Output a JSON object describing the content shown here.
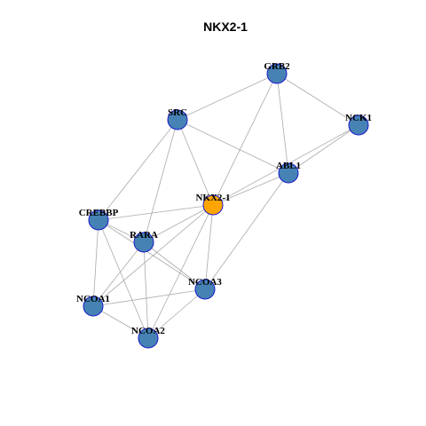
{
  "title": "NKX2-1",
  "colors": {
    "focus_node": "#FFA500",
    "node": "#4682B4",
    "node_border": "#1A1ACC",
    "edge": "#AAAAAA"
  },
  "nodes": [
    {
      "id": "GRB2",
      "label": "GRB2",
      "focus": false
    },
    {
      "id": "NCK1",
      "label": "NCK1",
      "focus": false
    },
    {
      "id": "SRC",
      "label": "SRC",
      "focus": false
    },
    {
      "id": "ABL1",
      "label": "ABL1",
      "focus": false
    },
    {
      "id": "NKX2-1",
      "label": "NKX2-1",
      "focus": true
    },
    {
      "id": "CREBBP",
      "label": "CREBBP",
      "focus": false
    },
    {
      "id": "RARA",
      "label": "RARA",
      "focus": false
    },
    {
      "id": "NCOA3",
      "label": "NCOA3",
      "focus": false
    },
    {
      "id": "NCOA1",
      "label": "NCOA1",
      "focus": false
    },
    {
      "id": "NCOA2",
      "label": "NCOA2",
      "focus": false
    }
  ],
  "edges": [
    [
      "GRB2",
      "SRC"
    ],
    [
      "GRB2",
      "NCK1"
    ],
    [
      "GRB2",
      "ABL1"
    ],
    [
      "GRB2",
      "NKX2-1"
    ],
    [
      "SRC",
      "ABL1"
    ],
    [
      "SRC",
      "NKX2-1"
    ],
    [
      "SRC",
      "CREBBP"
    ],
    [
      "SRC",
      "RARA"
    ],
    [
      "NCK1",
      "ABL1"
    ],
    [
      "NCK1",
      "NKX2-1"
    ],
    [
      "ABL1",
      "NKX2-1"
    ],
    [
      "ABL1",
      "NCOA3"
    ],
    [
      "NKX2-1",
      "CREBBP"
    ],
    [
      "NKX2-1",
      "RARA"
    ],
    [
      "NKX2-1",
      "NCOA3"
    ],
    [
      "NKX2-1",
      "NCOA2"
    ],
    [
      "NKX2-1",
      "NCOA1"
    ],
    [
      "CREBBP",
      "RARA"
    ],
    [
      "CREBBP",
      "NCOA1"
    ],
    [
      "CREBBP",
      "NCOA3"
    ],
    [
      "CREBBP",
      "NCOA2"
    ],
    [
      "RARA",
      "NCOA3"
    ],
    [
      "RARA",
      "NCOA1"
    ],
    [
      "RARA",
      "NCOA2"
    ],
    [
      "NCOA3",
      "NCOA1"
    ],
    [
      "NCOA3",
      "NCOA2"
    ],
    [
      "NCOA1",
      "NCOA2"
    ]
  ]
}
